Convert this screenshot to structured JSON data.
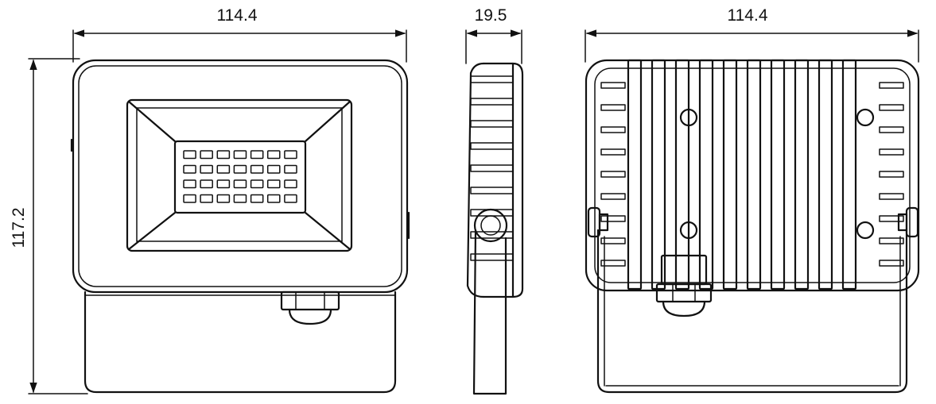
{
  "dimensions": {
    "front_width": "114.4",
    "side_depth": "19.5",
    "back_width": "114.4",
    "height": "117.2"
  },
  "led_grid": {
    "rows": 4,
    "cols": 7
  },
  "heatsink": {
    "fin_count": 10
  }
}
